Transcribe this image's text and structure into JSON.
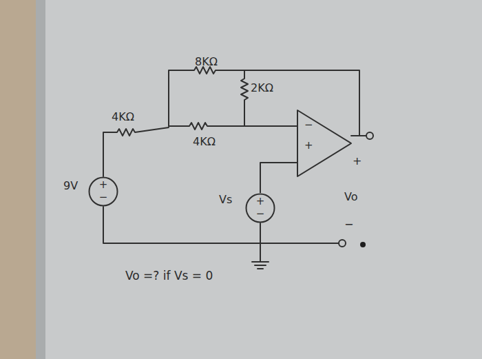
{
  "diagram": {
    "nodes": [
      {
        "text": [
          "−",
          "+"
        ]
      },
      {
        "text": [
          "+",
          "−"
        ]
      },
      {
        "text": [
          "+",
          "−"
        ]
      }
    ],
    "edges": [
      {
        "from": 2,
        "to": 0,
        "arrow": "none"
      }
    ],
    "labels": [
      "8KΩ",
      "2KΩ",
      "4KΩ",
      "4KΩ",
      "9V",
      "Vs",
      "+",
      "Vo",
      "−",
      "Vo =? if Vs = 0"
    ]
  }
}
